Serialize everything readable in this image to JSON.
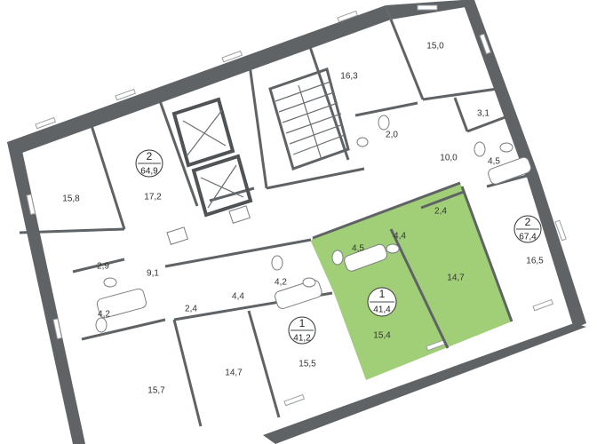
{
  "highlight_color": "#9ccc70",
  "rooms": [
    {
      "id": "r1",
      "area": "15,0"
    },
    {
      "id": "r2",
      "area": "16,3"
    },
    {
      "id": "r3",
      "area": "3,1"
    },
    {
      "id": "r4",
      "area": "2,0"
    },
    {
      "id": "r5",
      "area": "10,0"
    },
    {
      "id": "r6",
      "area": "4,5"
    },
    {
      "id": "r7",
      "area": "15,8"
    },
    {
      "id": "r8",
      "area": "17,2"
    },
    {
      "id": "r9",
      "area": "2,4"
    },
    {
      "id": "r10",
      "area": "4,4"
    },
    {
      "id": "r11",
      "area": "4,5"
    },
    {
      "id": "r12",
      "area": "14,7"
    },
    {
      "id": "r13",
      "area": "16,5"
    },
    {
      "id": "r14",
      "area": "2,9"
    },
    {
      "id": "r15",
      "area": "9,1"
    },
    {
      "id": "r16",
      "area": "4,2"
    },
    {
      "id": "r17",
      "area": "2,4"
    },
    {
      "id": "r18",
      "area": "4,4"
    },
    {
      "id": "r19",
      "area": "4,2"
    },
    {
      "id": "r20",
      "area": "15,4"
    },
    {
      "id": "r21",
      "area": "14,7"
    },
    {
      "id": "r22",
      "area": "15,5"
    },
    {
      "id": "r23",
      "area": "15,7"
    }
  ],
  "apartments": [
    {
      "id": "a1",
      "rooms": "2",
      "area": "64,9"
    },
    {
      "id": "a2",
      "rooms": "2",
      "area": "67,4"
    },
    {
      "id": "a3",
      "rooms": "1",
      "area": "41,4",
      "selected": true
    },
    {
      "id": "a4",
      "rooms": "1",
      "area": "41,2"
    }
  ]
}
